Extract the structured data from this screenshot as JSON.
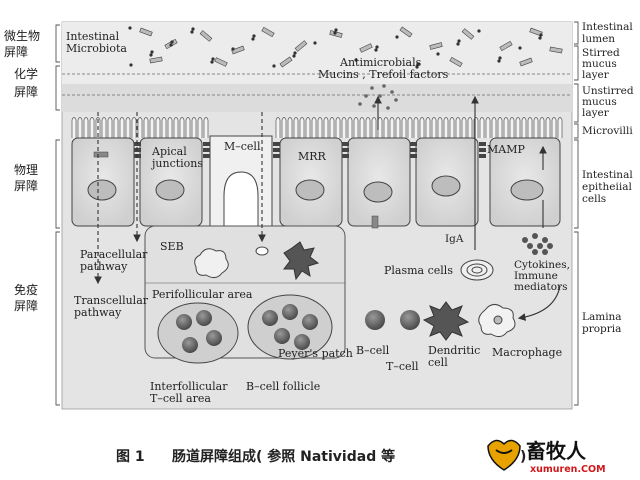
{
  "left_labels": {
    "microbial": [
      "微生物",
      "屏障"
    ],
    "chemical": [
      "化学",
      "屏障"
    ],
    "physical": [
      "物理",
      "屏障"
    ],
    "immune": [
      "免疫",
      "屏障"
    ]
  },
  "right_labels": {
    "lumen": [
      "Intestinal",
      "lumen"
    ],
    "stirred": [
      "Stirred",
      "mucus",
      "layer"
    ],
    "unstirred": [
      "Unstirred",
      "mucus",
      "layer"
    ],
    "microvilli": [
      "Microvilli"
    ],
    "epithelial": [
      "Intestinal",
      "epitheiial",
      "cells"
    ],
    "lamina": [
      "Lamina",
      "propria"
    ]
  },
  "inner_labels": {
    "microbiota": [
      "Intestinal",
      "Microbiota"
    ],
    "antimicrobials": "Antimicrobials",
    "mucins": "Mucins , Trefoil factors",
    "apical": [
      "Apical",
      "junctions"
    ],
    "mcell": "M–cell",
    "mrr": "MRR",
    "mamp": "MAMP",
    "paracellular": [
      "Paracellular",
      "pathway"
    ],
    "transcellular": [
      "Transcellular",
      "pathway"
    ],
    "seb": "SEB",
    "iga": "IgA",
    "plasma": "Plasma cells",
    "cytokines": [
      "Cytokines,",
      "Immune",
      "mediators"
    ],
    "perifollicular": "Perifollicular area",
    "peyers": "Peyer's patch",
    "interfollicular": [
      "Interfollicular",
      "T–cell area"
    ],
    "bfollicle": "B–cell follicle",
    "bcell": "B–cell",
    "tcell": "T–cell",
    "dendritic": [
      "Dendritic",
      "cell"
    ],
    "macrophage": "Macrophage"
  },
  "caption": {
    "fig": "图 1",
    "text": "肠道屏障组成( 参照 Natividad 等",
    "tail": ")"
  },
  "watermark": {
    "name": "畜牧人",
    "site": "xumuren.COM"
  },
  "colors": {
    "background": "#e6e6e6",
    "cell": "#d8d8d8",
    "line": "#333333",
    "watermark_orange": "#e8a200",
    "watermark_red": "#d0171b"
  }
}
